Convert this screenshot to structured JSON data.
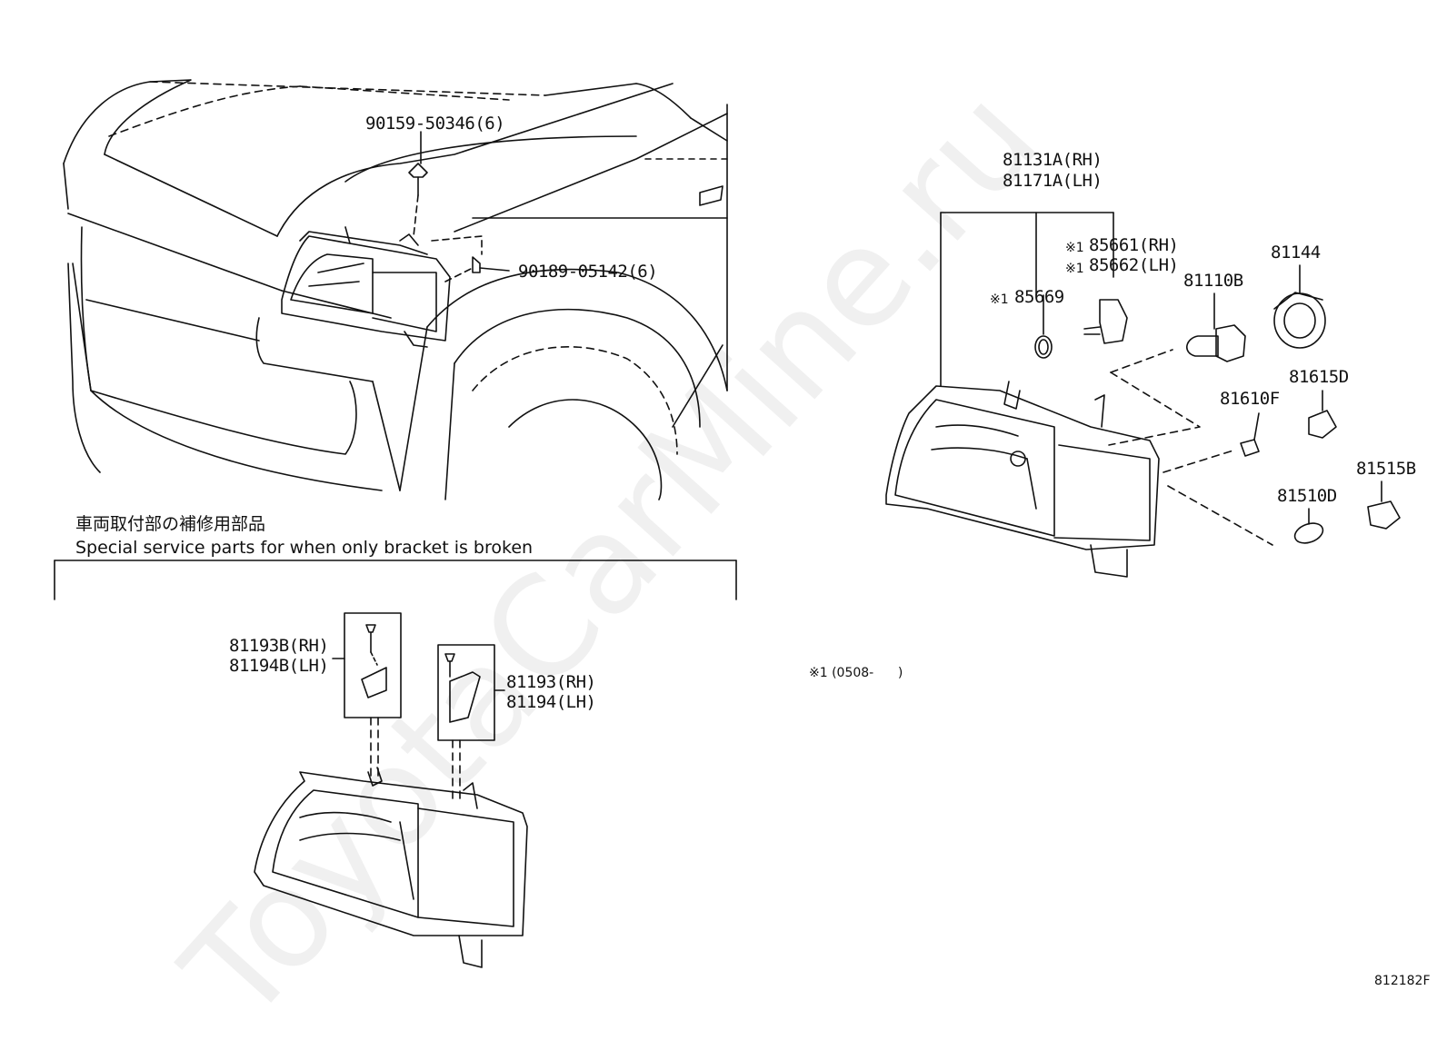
{
  "watermark": "ToyotaCarMine.ru",
  "section_title_jp": "車両取付部の補修用部品",
  "section_title_en": "Special service parts for when only bracket is broken",
  "parts": {
    "screw_top": "90159-50346(6)",
    "screw_side": "90189-05142(6)",
    "headlamp_rh": "81131A(RH)",
    "headlamp_lh": "81171A(LH)",
    "socket_rh": "85661(RH)",
    "socket_lh": "85662(LH)",
    "o_ring": "85669",
    "bulb_main": "81110B",
    "cover": "81144",
    "bulb_small": "81610F",
    "socket_small": "81615D",
    "bulb_turn": "81510D",
    "socket_turn": "81515B",
    "bracket_b_rh": "81193B(RH)",
    "bracket_b_lh": "81194B(LH)",
    "bracket_rh": "81193(RH)",
    "bracket_lh": "81194(LH)"
  },
  "note_mark": "※1",
  "note_text": "※1 (0508-      )",
  "figure_code": "812182F"
}
